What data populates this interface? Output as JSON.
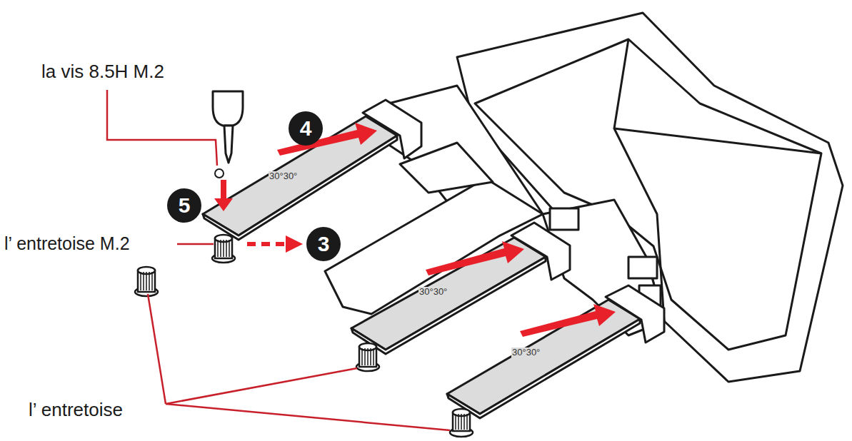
{
  "diagram": {
    "nodes": [
      {
        "text": [
          "4"
        ]
      },
      {
        "text": [
          "5"
        ]
      },
      {
        "text": [
          "3"
        ]
      }
    ],
    "labels": [
      "la vis 8.5H M.2",
      "l’ entretoise M.2",
      "l’ entretoise",
      "30°30°",
      "30°30°",
      "30°30°"
    ]
  }
}
